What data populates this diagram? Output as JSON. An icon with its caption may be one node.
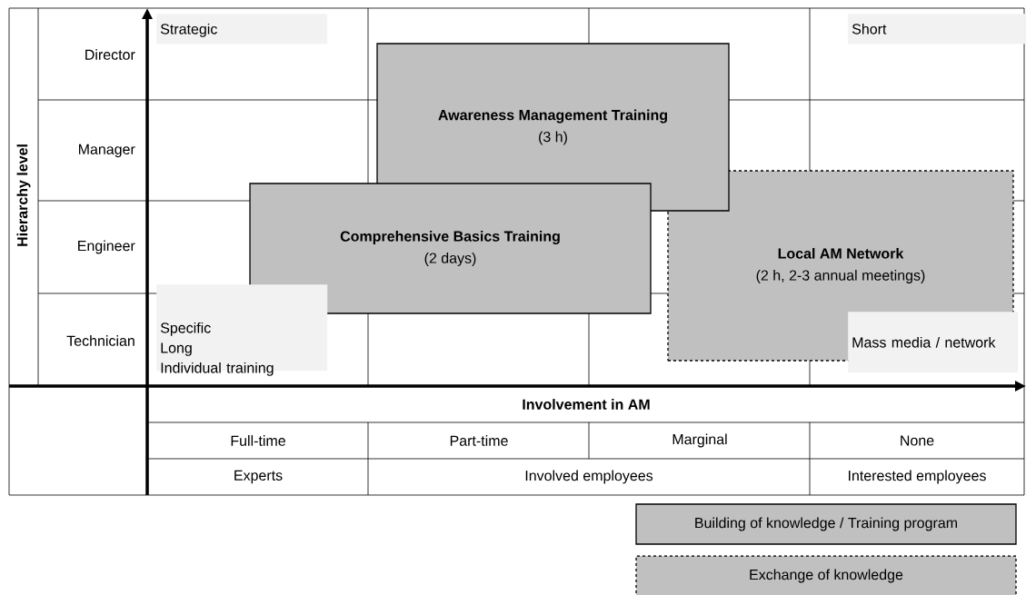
{
  "diagram": {
    "nodes": [
      {
        "text": [
          "**Awareness Management Training**",
          "(3 h)"
        ]
      },
      {
        "text": [
          "**Comprehensive Basics Training**",
          "(2 days)"
        ]
      },
      {
        "text": [
          "**Local AM Network**",
          "(2 h, 2-3 annual meetings)"
        ]
      },
      {
        "text": [
          "Strategic"
        ]
      },
      {
        "text": [
          "Short"
        ]
      },
      {
        "text": [
          "Specific",
          "Long",
          "Individual training"
        ]
      },
      {
        "text": [
          "Mass media / network"
        ]
      }
    ],
    "labels": [
      "Hierarchy level",
      "Director",
      "Manager",
      "Engineer",
      "Technician",
      "Involvement in AM",
      "Full-time",
      "Part-time",
      "Marginal",
      "None",
      "Experts",
      "Involved employees",
      "Interested employees"
    ],
    "legend": [
      {
        "text": "Building of knowledge / Training program",
        "color": "#c0c0c0"
      },
      {
        "text": "Exchange of knowledge",
        "color": "#c0c0c0"
      }
    ]
  }
}
